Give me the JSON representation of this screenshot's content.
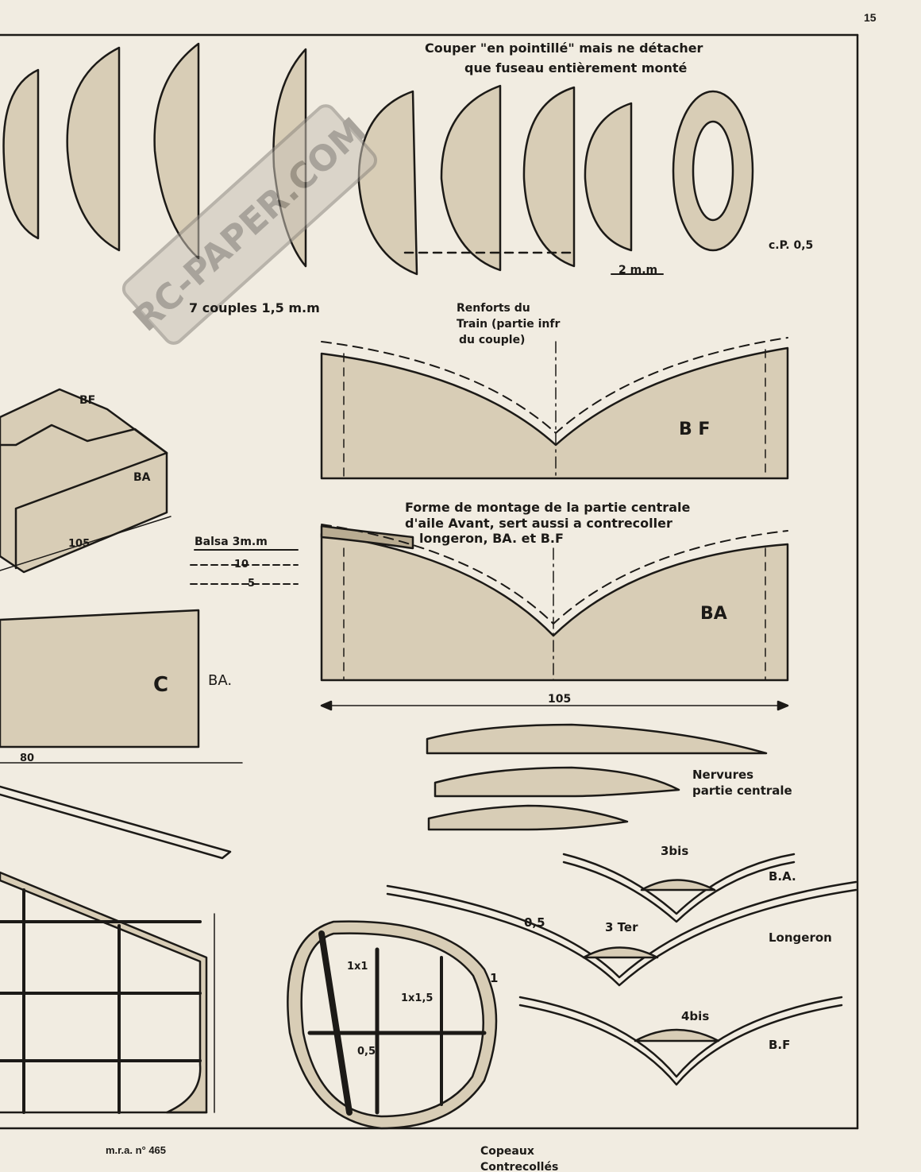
{
  "page": {
    "number": "15",
    "footer": "m.r.a. n° 465",
    "watermark": "RC-PAPER.COM"
  },
  "labels": {
    "cut_note_1": "Couper \"en pointillé\" mais ne détacher",
    "cut_note_2": "que fuseau entièrement monté",
    "cp": "c.P. 0,5",
    "two_mm": "2 m.m",
    "couples": "7 couples 1,5 m.m",
    "renforts_1": "Renforts du",
    "renforts_2": "Train (partie infr",
    "renforts_3": "du couple)",
    "bf_box": "BF",
    "ba_box": "BA",
    "box_dim": "105",
    "bf_form": "B F",
    "forme_1": "Forme de montage de la partie centrale",
    "forme_2": "d'aile Avant, sert aussi a contrecoller",
    "forme_3": "longeron, BA. et B.F",
    "balsa": "Balsa 3m.m",
    "dim_10": "10",
    "dim_5": "5",
    "ba_form": "BA",
    "c_part": "C",
    "ba_c": "BA.",
    "dim_80": "80",
    "dim_105": "105",
    "nervures_1": "Nervures",
    "nervures_2": "partie centrale",
    "bis3": "3bis",
    "ba_section": "B.A.",
    "d05a": "0,5",
    "ter3": "3 Ter",
    "longeron": "Longeron",
    "one": "1",
    "bis4": "4bis",
    "bf_section": "B.F",
    "s1x1": "1x1",
    "s1x15": "1x1,5",
    "s05": "0,5",
    "copeaux_1": "Copeaux",
    "copeaux_2": "Contrecollés"
  }
}
